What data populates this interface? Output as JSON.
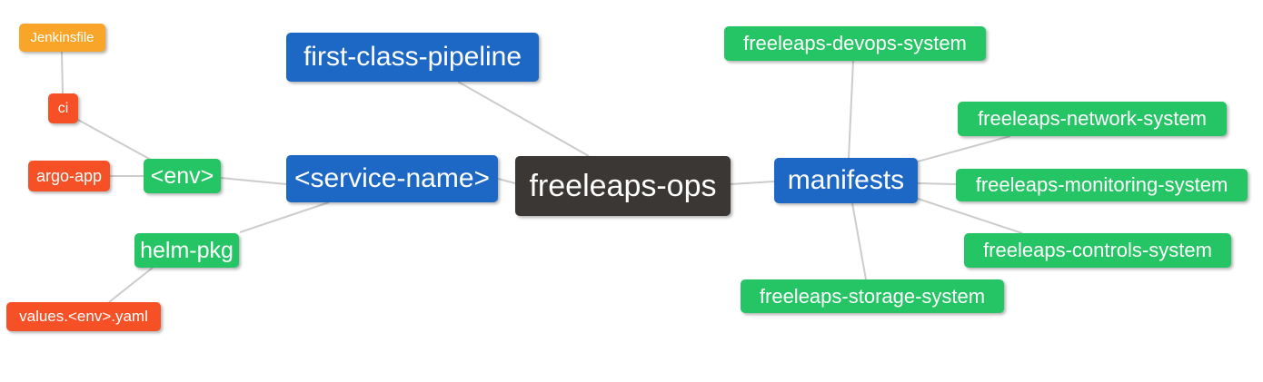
{
  "diagram": {
    "background": "#ffffff",
    "edge_color": "#cccccc",
    "palette": {
      "blue": "#1e68c5",
      "green": "#25c464",
      "orange": "#f8a52a",
      "red": "#f65026",
      "dark": "#3b3734",
      "node_text": "#ffffff"
    },
    "nodes": {
      "freeleaps_ops": {
        "label": "freeleaps-ops",
        "color": "dark"
      },
      "first_class_pipeline": {
        "label": "first-class-pipeline",
        "color": "blue"
      },
      "service_name": {
        "label": "<service-name>",
        "color": "blue"
      },
      "manifests": {
        "label": "manifests",
        "color": "blue"
      },
      "env": {
        "label": "<env>",
        "color": "green"
      },
      "helm_pkg": {
        "label": "helm-pkg",
        "color": "green"
      },
      "jenkinsfile": {
        "label": "Jenkinsfile",
        "color": "orange"
      },
      "ci": {
        "label": "ci",
        "color": "red"
      },
      "argo_app": {
        "label": "argo-app",
        "color": "red"
      },
      "values_env_yaml": {
        "label": "values.<env>.yaml",
        "color": "red"
      },
      "devops_system": {
        "label": "freeleaps-devops-system",
        "color": "green"
      },
      "network_system": {
        "label": "freeleaps-network-system",
        "color": "green"
      },
      "monitoring_system": {
        "label": "freeleaps-monitoring-system",
        "color": "green"
      },
      "controls_system": {
        "label": "freeleaps-controls-system",
        "color": "green"
      },
      "storage_system": {
        "label": "freeleaps-storage-system",
        "color": "green"
      }
    },
    "edges": [
      {
        "from": "jenkinsfile",
        "to": "ci"
      },
      {
        "from": "ci",
        "to": "env"
      },
      {
        "from": "argo_app",
        "to": "env"
      },
      {
        "from": "env",
        "to": "service_name"
      },
      {
        "from": "helm_pkg",
        "to": "service_name"
      },
      {
        "from": "values_env_yaml",
        "to": "helm_pkg"
      },
      {
        "from": "first_class_pipeline",
        "to": "freeleaps_ops"
      },
      {
        "from": "service_name",
        "to": "freeleaps_ops"
      },
      {
        "from": "freeleaps_ops",
        "to": "manifests"
      },
      {
        "from": "manifests",
        "to": "devops_system"
      },
      {
        "from": "manifests",
        "to": "network_system"
      },
      {
        "from": "manifests",
        "to": "monitoring_system"
      },
      {
        "from": "manifests",
        "to": "controls_system"
      },
      {
        "from": "manifests",
        "to": "storage_system"
      }
    ]
  }
}
